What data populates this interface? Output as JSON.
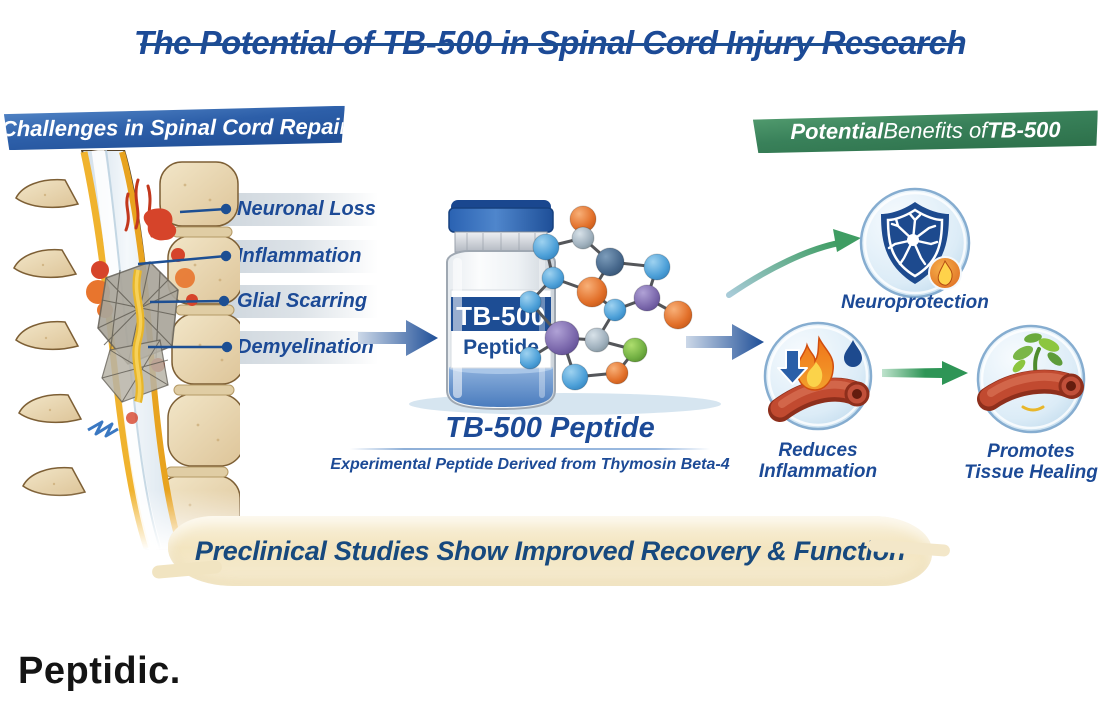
{
  "title": {
    "prefix": "The Potential of ",
    "highlight": "TB-500",
    "suffix": " in Spinal Cord Injury Research"
  },
  "challenges": {
    "banner": "Challenges in Spinal Cord Repair",
    "labels": [
      "Neuronal Loss",
      "Inflammation",
      "Glial Scarring",
      "Demyelination"
    ]
  },
  "vial": {
    "line1": "TB-500",
    "line2": "Peptide"
  },
  "caption": {
    "bold": "TB-500",
    "rest": " Peptide",
    "sub": "Experimental Peptide Derived from Thymosin Beta-4"
  },
  "benefits": {
    "banner": {
      "bold1": "Potential",
      "mid": " Benefits of ",
      "bold2": "TB-500"
    },
    "items": [
      {
        "label": "Neuroprotection",
        "icon": "shield-neuron-icon"
      },
      {
        "label": "Reduces Inflammation",
        "icon": "vessel-flame-icon"
      },
      {
        "label": "Promotes Tissue Healing",
        "icon": "vessel-sprout-icon"
      }
    ]
  },
  "flow_icons": [
    "arrow-right-blue-icon",
    "arrow-curved-green-icon",
    "arrow-right-green-icon"
  ],
  "footer": {
    "banner": "Preclinical Studies Show Improved Recovery & Function"
  },
  "brand": {
    "logo": "Peptidic."
  },
  "colors": {
    "title_blue": "#1c4a96",
    "ribbon_blue_dark": "#1e4e97",
    "ribbon_green_dark": "#2b6e48",
    "arrow_blue": "#24549e",
    "arrow_green": "#2f9958",
    "vial_band_blue": "#1d4d94",
    "banner_cream": "#f4e7c5",
    "footer_text": "#17497e",
    "vessel_red": "#b5402a",
    "flame_orange": "#f08c1e"
  }
}
